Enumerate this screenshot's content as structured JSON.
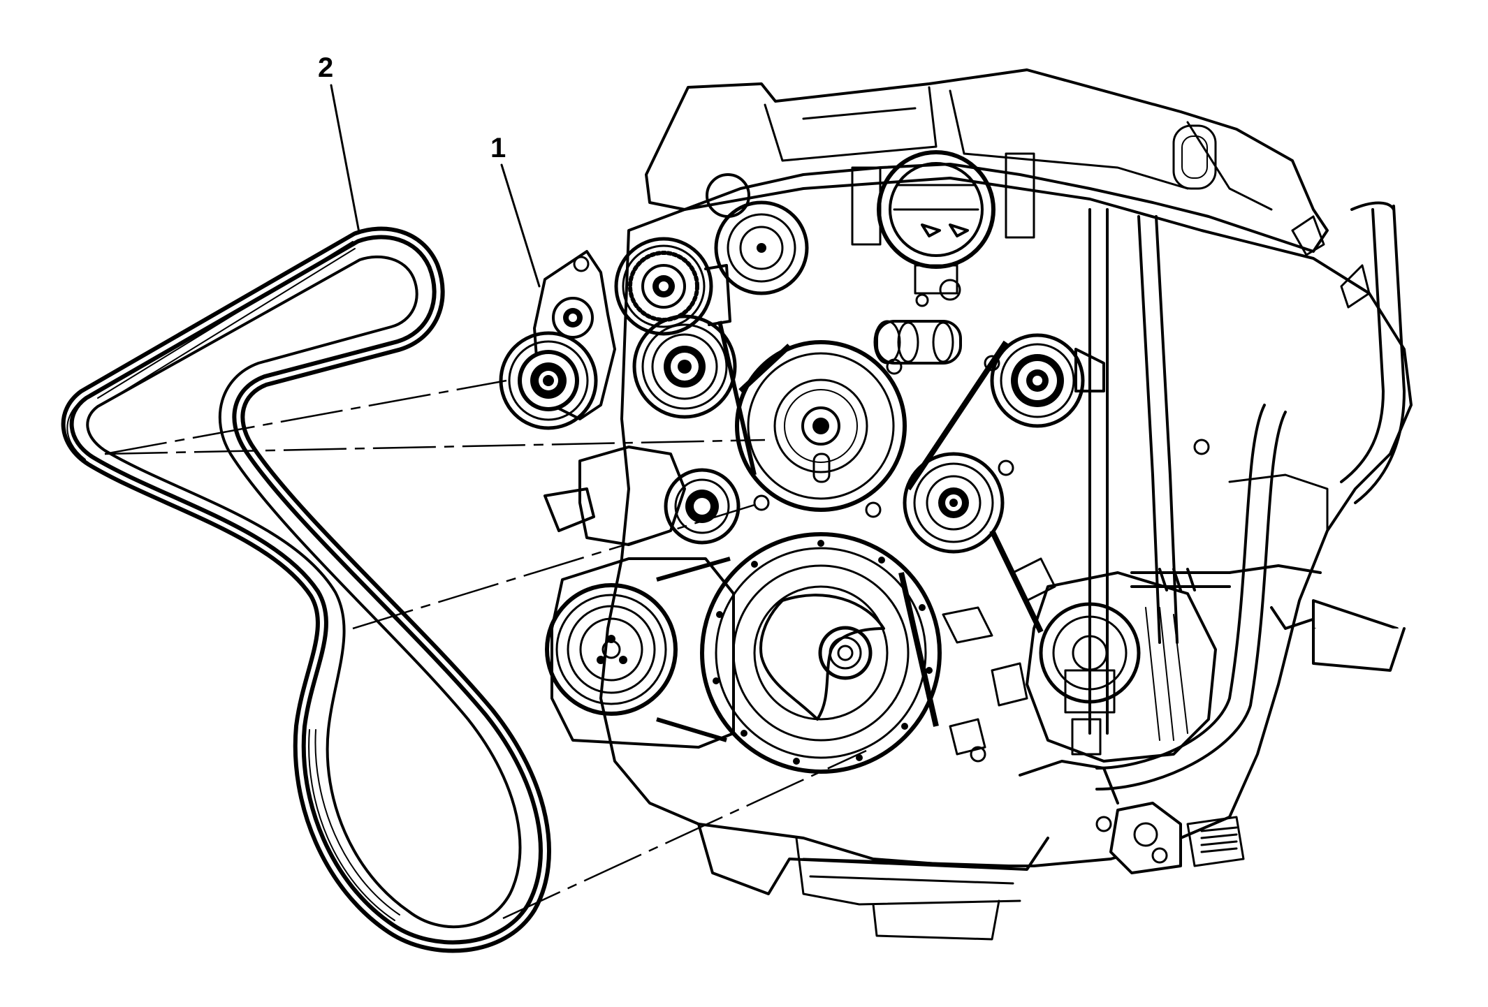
{
  "diagram": {
    "callouts": [
      {
        "id": "1",
        "label": "1"
      },
      {
        "id": "2",
        "label": "2"
      }
    ]
  },
  "colors": {
    "ink": "#000000",
    "background": "#ffffff"
  }
}
